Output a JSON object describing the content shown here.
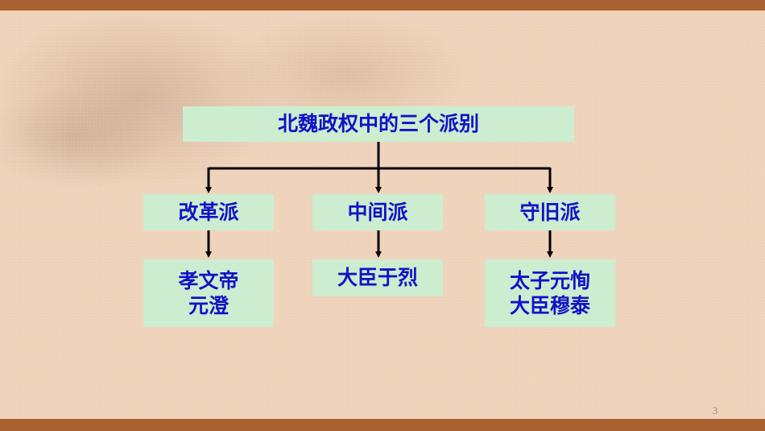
{
  "diagram": {
    "root": "北魏政权中的三个派别",
    "factions": [
      {
        "name": "改革派",
        "members": [
          "孝文帝",
          "元澄"
        ]
      },
      {
        "name": "中间派",
        "members": [
          "大臣于烈"
        ]
      },
      {
        "name": "守旧派",
        "members": [
          "太子元恂",
          "大臣穆泰"
        ]
      }
    ]
  },
  "slide": {
    "page_number": "3"
  },
  "colors": {
    "frame": "#a9612f",
    "background": "#efd2ba",
    "box_fill": "#ccedcf",
    "box_text": "#1212c8",
    "arrow": "#000000"
  }
}
